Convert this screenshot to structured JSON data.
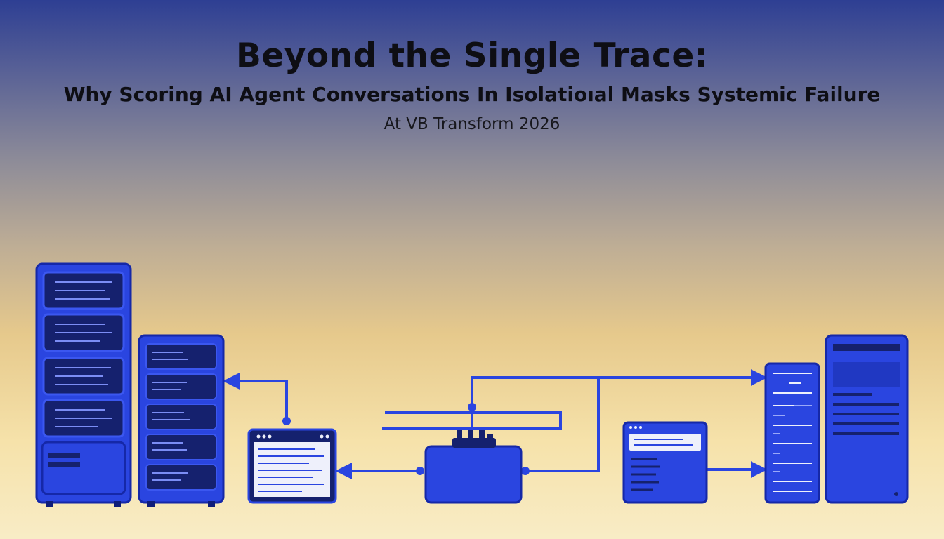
{
  "header": {
    "title": "Beyond the Single Trace:",
    "subtitle": "Why Scoring AI Agent Conversations In Isolatioıal Masks Systemic Failure",
    "event": "At VB Transform 2026"
  },
  "colors": {
    "device_blue": "#2a45e0",
    "device_dark": "#0f1d7a",
    "panel_navy": "#15216e",
    "line_light": "#7b8df5",
    "screen_white": "#eef0fb"
  },
  "icons": [
    "server-rack-icon",
    "storage-tower-icon",
    "browser-window-icon",
    "network-hub-icon",
    "document-panel-icon",
    "list-panel-icon",
    "tablet-device-icon"
  ]
}
